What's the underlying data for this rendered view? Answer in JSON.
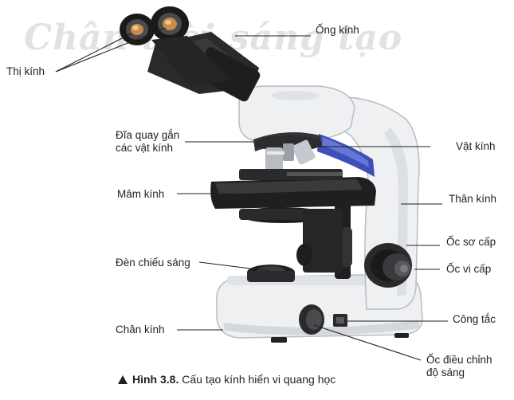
{
  "watermark": "Chân trời sáng tạo",
  "labels": {
    "thi_kinh": "Thị kính",
    "ong_kinh": "Ống kính",
    "dia_quay_line1": "Đĩa quay gắn",
    "dia_quay_line2": "các vật kính",
    "vat_kinh": "Vật kính",
    "mam_kinh": "Mâm kính",
    "than_kinh": "Thân kính",
    "oc_so_cap": "Ốc sơ cấp",
    "oc_vi_cap": "Ốc vi cấp",
    "den_chieu_sang": "Đèn chiếu sáng",
    "chan_kinh": "Chân kính",
    "cong_tac": "Công tắc",
    "oc_dieu_chinh_line1": "Ốc điều chỉnh",
    "oc_dieu_chinh_line2": "độ sáng"
  },
  "caption": {
    "number": "Hình 3.8.",
    "text": "Cấu tạo kính hiển vi quang học"
  },
  "colors": {
    "body_white": "#eef0f2",
    "body_shadow": "#c9ccd1",
    "dark_metal": "#2a2a2c",
    "accent_blue": "#3e4fb8",
    "leader_line": "#231f20",
    "watermark": "#e2e2e2"
  }
}
